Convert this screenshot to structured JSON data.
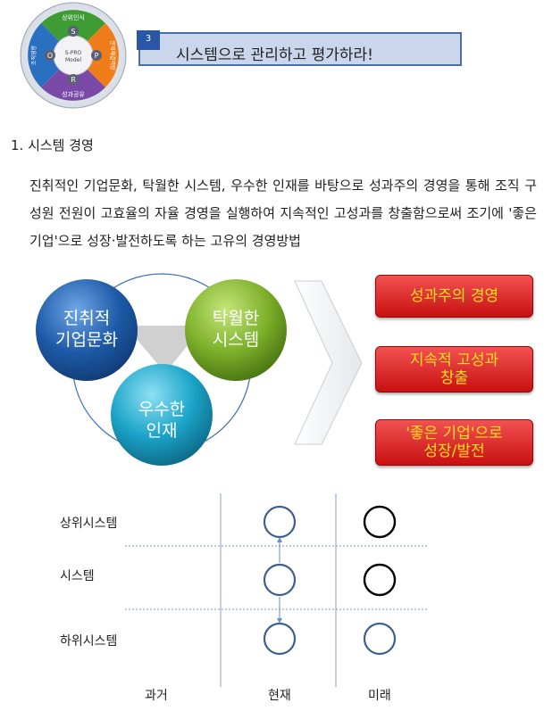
{
  "header": {
    "logo": {
      "top": "상위인식",
      "left": "조직영향",
      "right": "문제해결역량",
      "bottom": "성과공유",
      "center_line1": "S-PRO",
      "center_line2": "Model",
      "letters": [
        "S",
        "O",
        "P",
        "R"
      ]
    },
    "section_number": "3",
    "title": "시스템으로 관리하고 평가하라!"
  },
  "section": {
    "heading": "1. 시스템 경영",
    "body": "진취적인 기업문화, 탁월한 시스템, 우수한 인재를 바탕으로 성과주의 경영을 통해 조직 구성원 전원이 고효율의 자율 경영을 실행하여 지속적인 고성과를 창출함으로써 조기에 '좋은 기업'으로 성장·발전하도록 하는 고유의 경영방법"
  },
  "diagram": {
    "circles": [
      {
        "line1": "진취적",
        "line2": "기업문화"
      },
      {
        "line1": "탁월한",
        "line2": "시스템"
      },
      {
        "line1": "우수한",
        "line2": "인재"
      }
    ],
    "outcomes": [
      {
        "line1": "성과주의 경영",
        "line2": ""
      },
      {
        "line1": "지속적 고성과",
        "line2": "창출"
      },
      {
        "line1": "'좋은 기업'으로",
        "line2": "성장/발전"
      }
    ]
  },
  "system_chart": {
    "rows": [
      "상위시스템",
      "시스템",
      "하위시스템"
    ],
    "columns": [
      "과거",
      "현재",
      "미래"
    ]
  },
  "colors": {
    "title_bg": "#c9d6ec",
    "title_border": "#4a6ea8",
    "circle_blue": "#1e5aa8",
    "circle_green": "#7cb02a",
    "circle_teal": "#1aa3c8",
    "pill_red": "#d31c1c",
    "pill_text": "#ffe020"
  }
}
